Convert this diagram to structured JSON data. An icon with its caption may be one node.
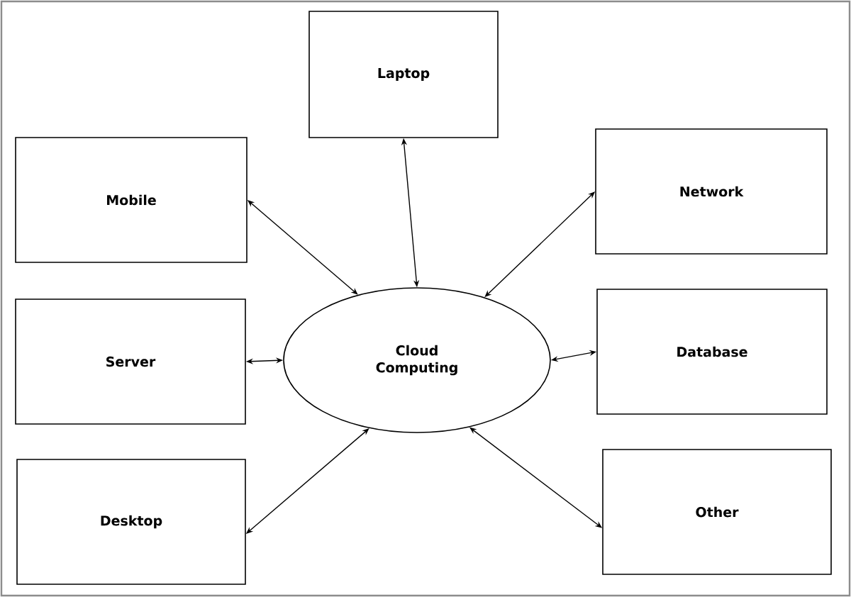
{
  "diagram": {
    "nodes": [
      {
        "text": [
          "Laptop"
        ]
      },
      {
        "text": [
          "Mobile"
        ]
      },
      {
        "text": [
          "Network"
        ]
      },
      {
        "text": [
          "Server"
        ]
      },
      {
        "text": [
          "Cloud Computing"
        ]
      },
      {
        "text": [
          "Database"
        ]
      },
      {
        "text": [
          "Desktop"
        ]
      },
      {
        "text": [
          "Other"
        ]
      }
    ],
    "edges": [
      {
        "from": 0,
        "to": 4,
        "arrow": "both"
      },
      {
        "from": 1,
        "to": 4,
        "arrow": "both"
      },
      {
        "from": 2,
        "to": 4,
        "arrow": "both"
      },
      {
        "from": 3,
        "to": 4,
        "arrow": "both"
      },
      {
        "from": 5,
        "to": 4,
        "arrow": "both"
      },
      {
        "from": 6,
        "to": 4,
        "arrow": "both"
      },
      {
        "from": 7,
        "to": 4,
        "arrow": "both"
      }
    ]
  }
}
